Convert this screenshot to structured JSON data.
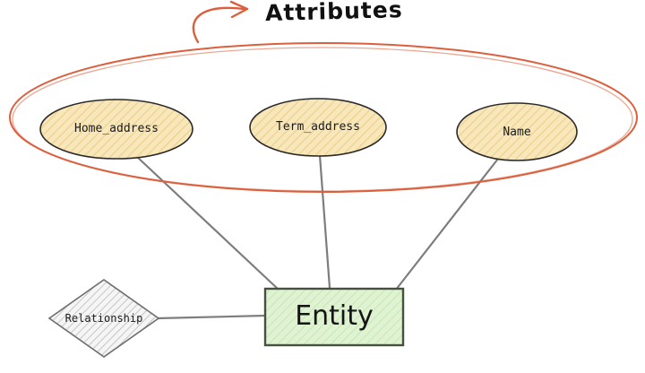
{
  "diagram": {
    "annotation": {
      "label": "Attributes"
    },
    "attribute_nodes": [
      {
        "label": "Home_address",
        "shape": "ellipse"
      },
      {
        "label": "Term_address",
        "shape": "ellipse"
      },
      {
        "label": "Name",
        "shape": "ellipse"
      }
    ],
    "entity_node": {
      "label": "Entity",
      "shape": "rectangle"
    },
    "relationship_node": {
      "label": "Relationship",
      "shape": "diamond"
    },
    "connections": [
      {
        "from": "Home_address",
        "to": "Entity"
      },
      {
        "from": "Term_address",
        "to": "Entity"
      },
      {
        "from": "Name",
        "to": "Entity"
      },
      {
        "from": "Relationship",
        "to": "Entity"
      }
    ]
  },
  "colors": {
    "boundary_stroke": "#dc5f3d",
    "arrow_color": "#dc5f3d",
    "attribute_fill": "#f8e7bb",
    "attribute_hatch": "#edd18d",
    "attribute_stroke": "#2a2a2a",
    "entity_fill": "#dff2d2",
    "entity_hatch": "#c8e7b4",
    "entity_stroke": "#45513f",
    "relationship_fill": "#f5f5f5",
    "relationship_hatch": "#c6c6c6",
    "relationship_stroke": "#6e6e6e",
    "connector": "#7d7d7d",
    "text": "#141414"
  }
}
